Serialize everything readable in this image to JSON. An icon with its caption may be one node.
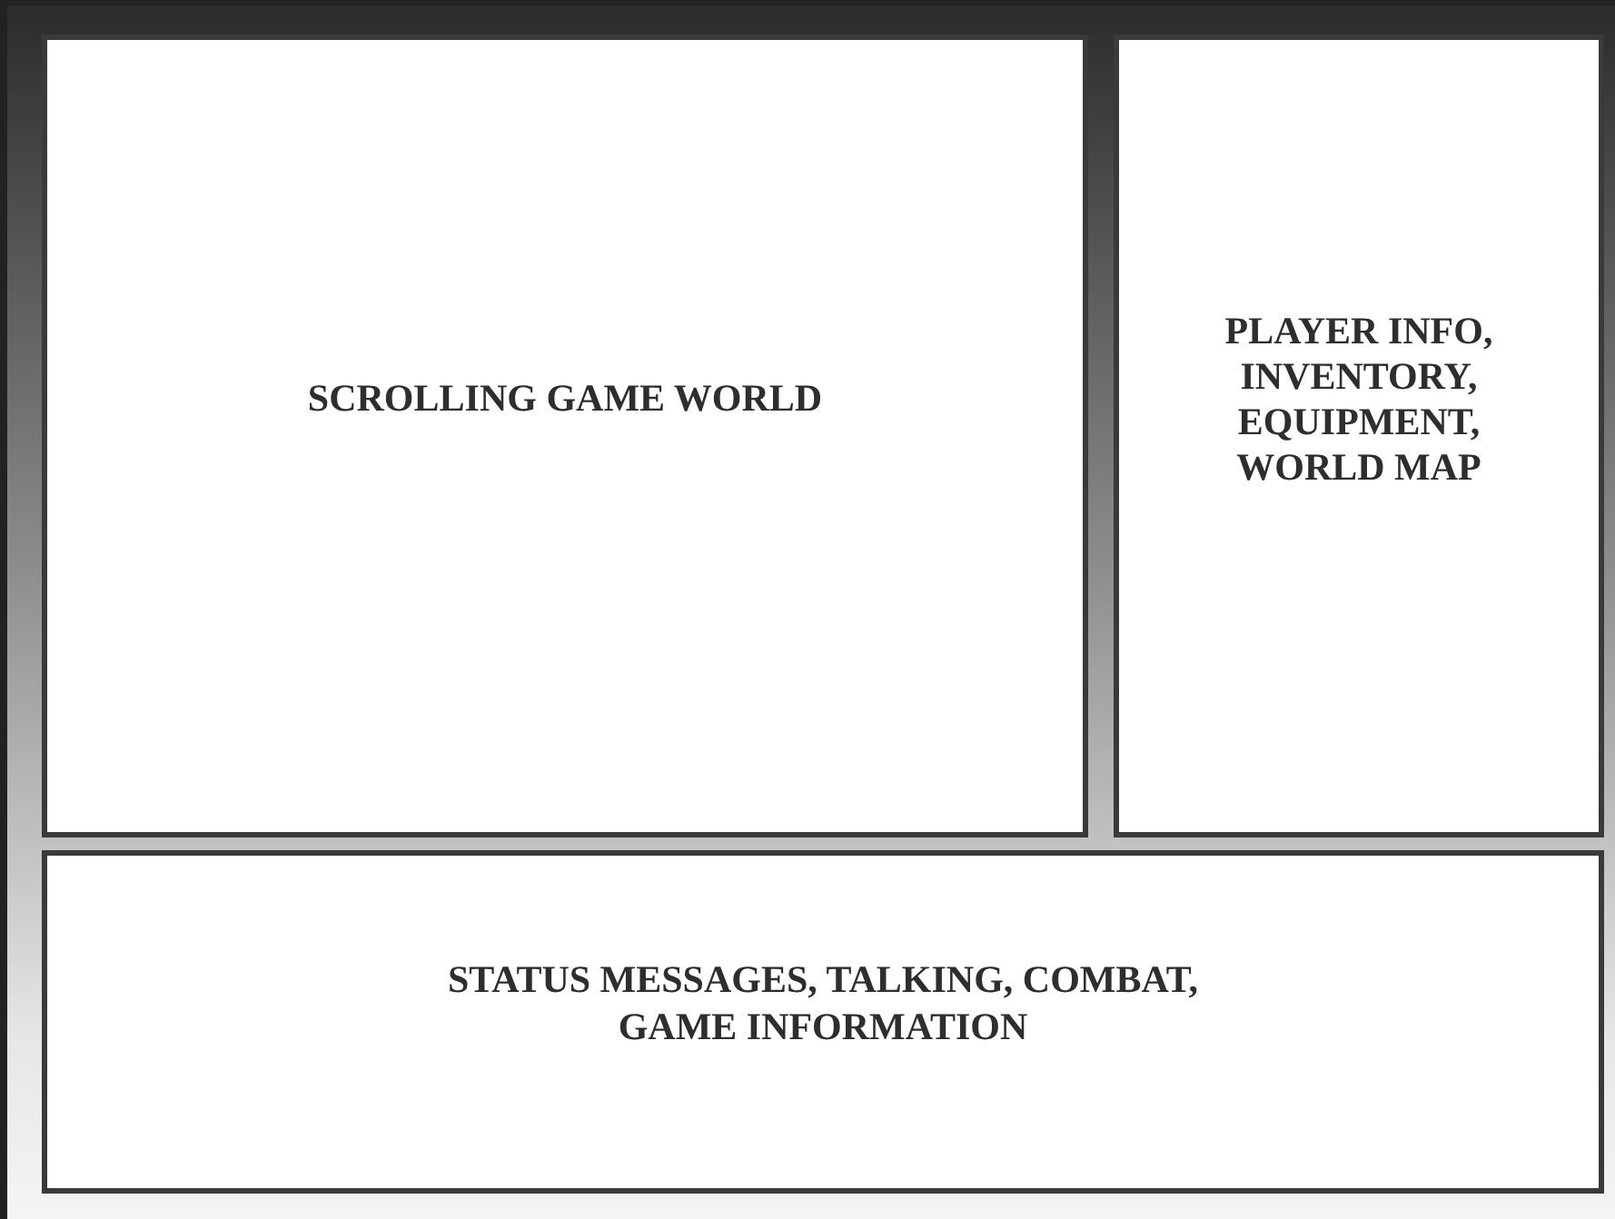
{
  "diagram": {
    "nodes": [
      {
        "text": [
          "SCROLLING GAME WORLD"
        ]
      },
      {
        "text": [
          "PLAYER INFO, INVENTORY, EQUIPMENT, WORLD MAP"
        ]
      },
      {
        "text": [
          "STATUS MESSAGES, TALKING, COMBAT, GAME INFORMATION"
        ]
      }
    ]
  }
}
